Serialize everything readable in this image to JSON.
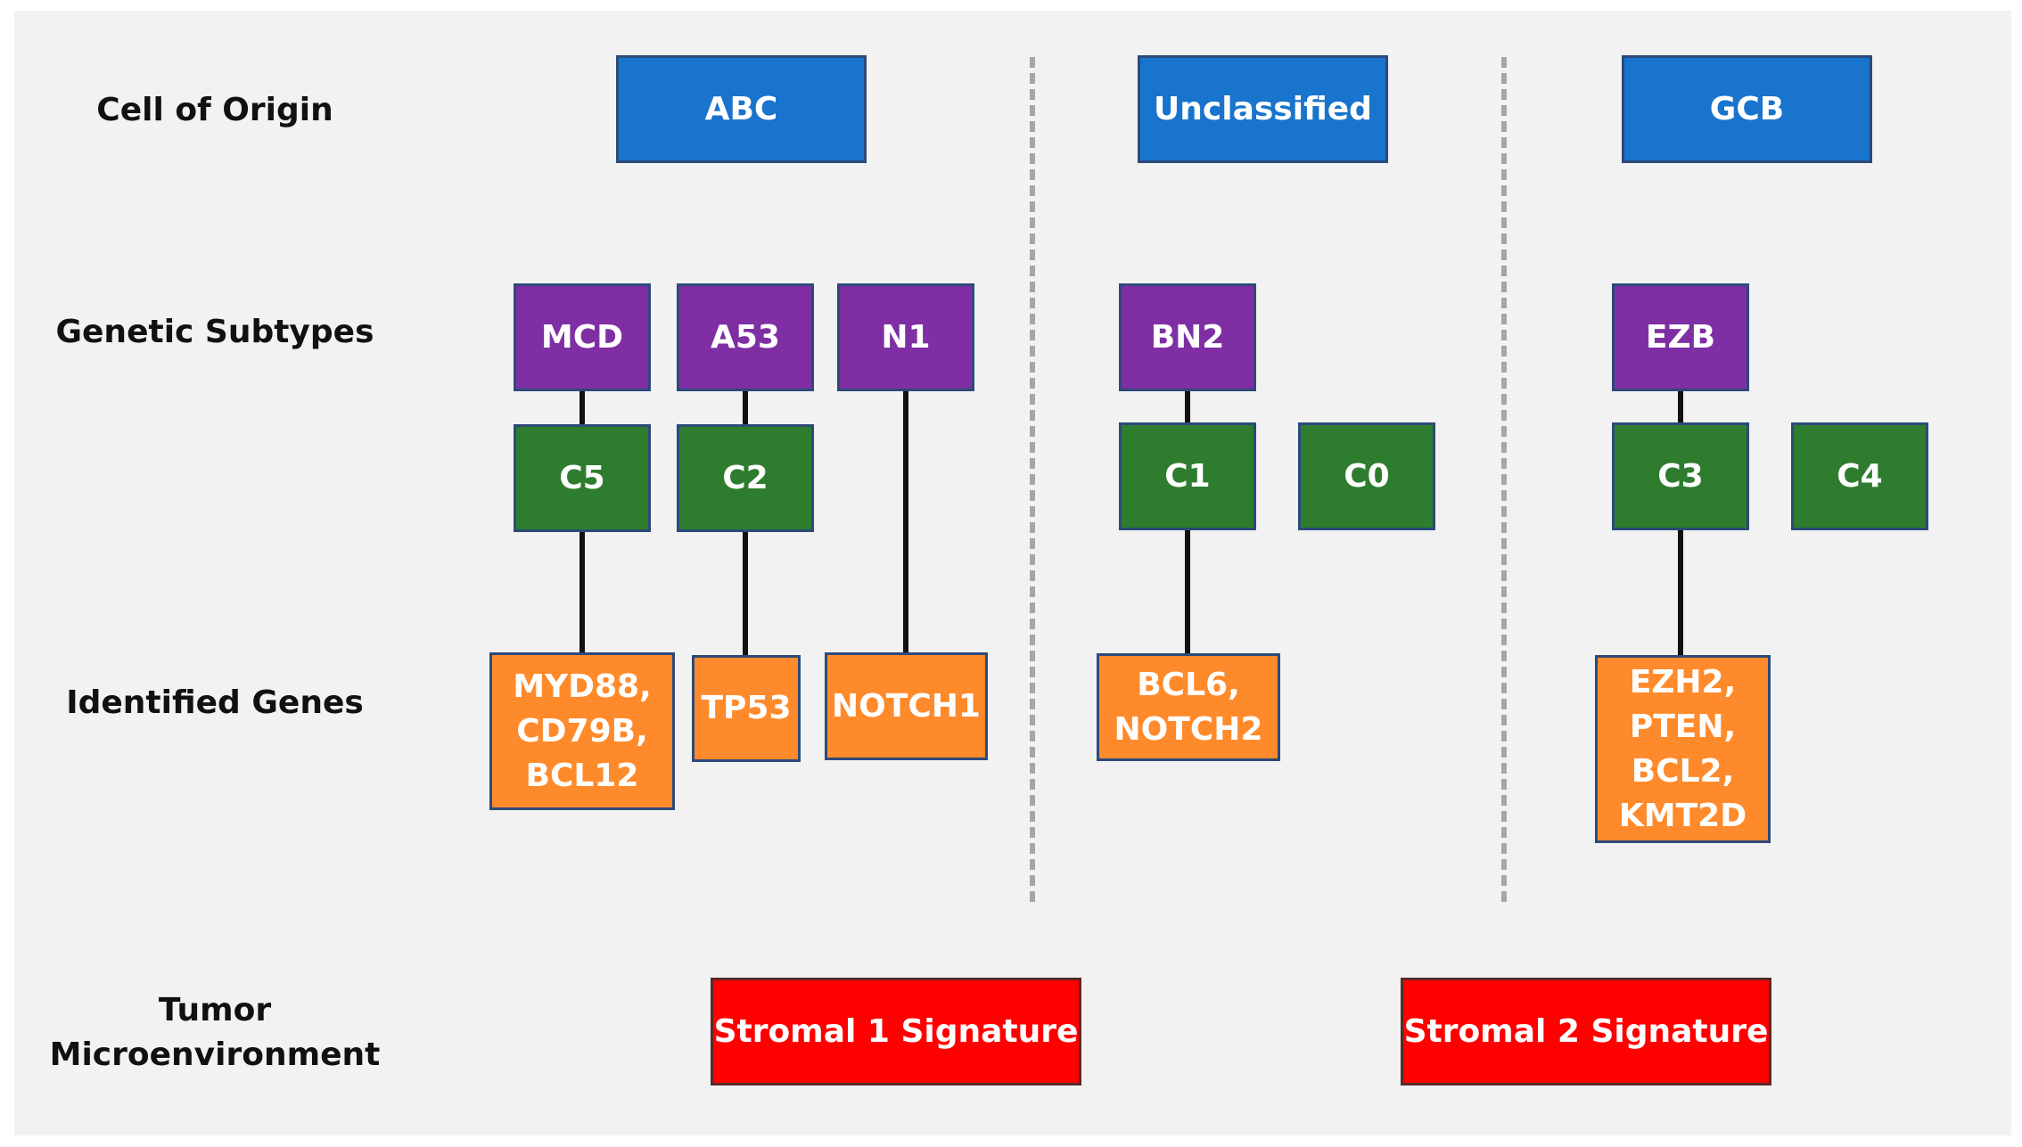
{
  "row_labels": {
    "cell_of_origin": "Cell of Origin",
    "genetic_subtypes": "Genetic Subtypes",
    "identified_genes": "Identified Genes",
    "tumor_microenvironment_line1": "Tumor",
    "tumor_microenvironment_line2": "Microenvironment"
  },
  "cell_of_origin": {
    "abc": "ABC",
    "unclassified": "Unclassified",
    "gcb": "GCB"
  },
  "genetic_subtypes": {
    "mcd": "MCD",
    "a53": "A53",
    "n1": "N1",
    "bn2": "BN2",
    "ezb": "EZB"
  },
  "clusters": {
    "c5": "C5",
    "c2": "C2",
    "c1": "C1",
    "c0": "C0",
    "c3": "C3",
    "c4": "C4"
  },
  "genes": {
    "mcd_genes": [
      "MYD88,",
      "CD79B,",
      "BCL12"
    ],
    "a53_genes": [
      "TP53"
    ],
    "n1_genes": [
      "NOTCH1"
    ],
    "bn2_genes": [
      "BCL6,",
      "NOTCH2"
    ],
    "ezb_genes": [
      "EZH2,",
      "PTEN,",
      "BCL2,",
      "KMT2D"
    ]
  },
  "tumor_microenvironment": {
    "stromal1": "Stromal 1 Signature",
    "stromal2": "Stromal 2 Signature"
  },
  "colors": {
    "cell_of_origin": "#1874cd",
    "genetic_subtype": "#7f2fa3",
    "cluster": "#2e7d2e",
    "gene": "#ff8a2b",
    "stromal": "#ff0000",
    "divider": "#a6a6a6",
    "connector": "#111111"
  }
}
